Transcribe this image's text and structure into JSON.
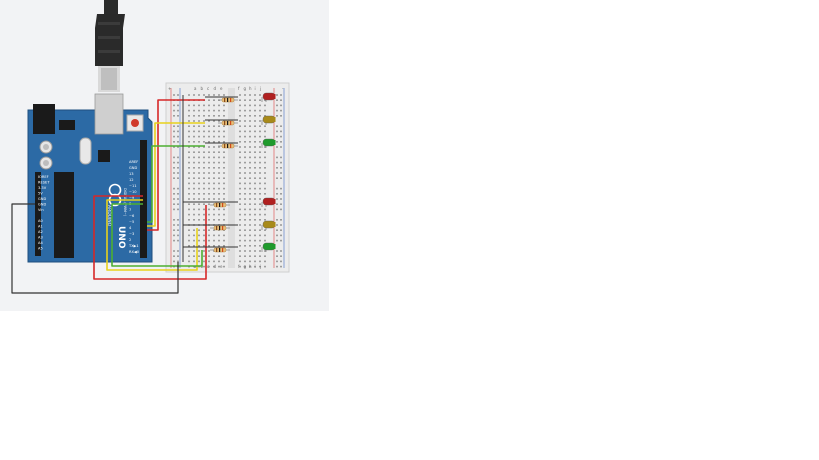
{
  "board": {
    "logo_text": "UNO",
    "subtitle": "ARDUINO",
    "digital_label": "DIGITAL (PWM~)",
    "top_pins": [
      "AREF",
      "GND",
      "13",
      "12",
      "~11",
      "~10",
      "~9",
      "8",
      "7",
      "~6",
      "~5",
      "4",
      "~3",
      "2",
      "TX▶1",
      "RX◀0"
    ],
    "power_pins": [
      "IOREF",
      "RESET",
      "3.3V",
      "5V",
      "GND",
      "GND",
      "Vin"
    ],
    "analog_pins": [
      "A0",
      "A1",
      "A2",
      "A3",
      "A4",
      "A5"
    ]
  },
  "breadboard": {
    "cols_left": [
      "a",
      "b",
      "c",
      "d",
      "e"
    ],
    "cols_right": [
      "f",
      "g",
      "h",
      "i",
      "j"
    ],
    "rail_plus": "+",
    "rail_minus": "-"
  },
  "colors": {
    "canvas_bg": "#f2f3f5",
    "board_blue": "#2c6aa5",
    "wire_red": "#d62828",
    "wire_yellow": "#e8d21d",
    "wire_green": "#4caf32",
    "wire_black": "#333333",
    "led_red": "#b02020",
    "led_yellow": "#a88a1a",
    "led_green": "#1f9a2c"
  },
  "leds": [
    {
      "color": "red"
    },
    {
      "color": "yellow"
    },
    {
      "color": "green"
    },
    {
      "color": "red"
    },
    {
      "color": "yellow"
    },
    {
      "color": "green"
    }
  ]
}
